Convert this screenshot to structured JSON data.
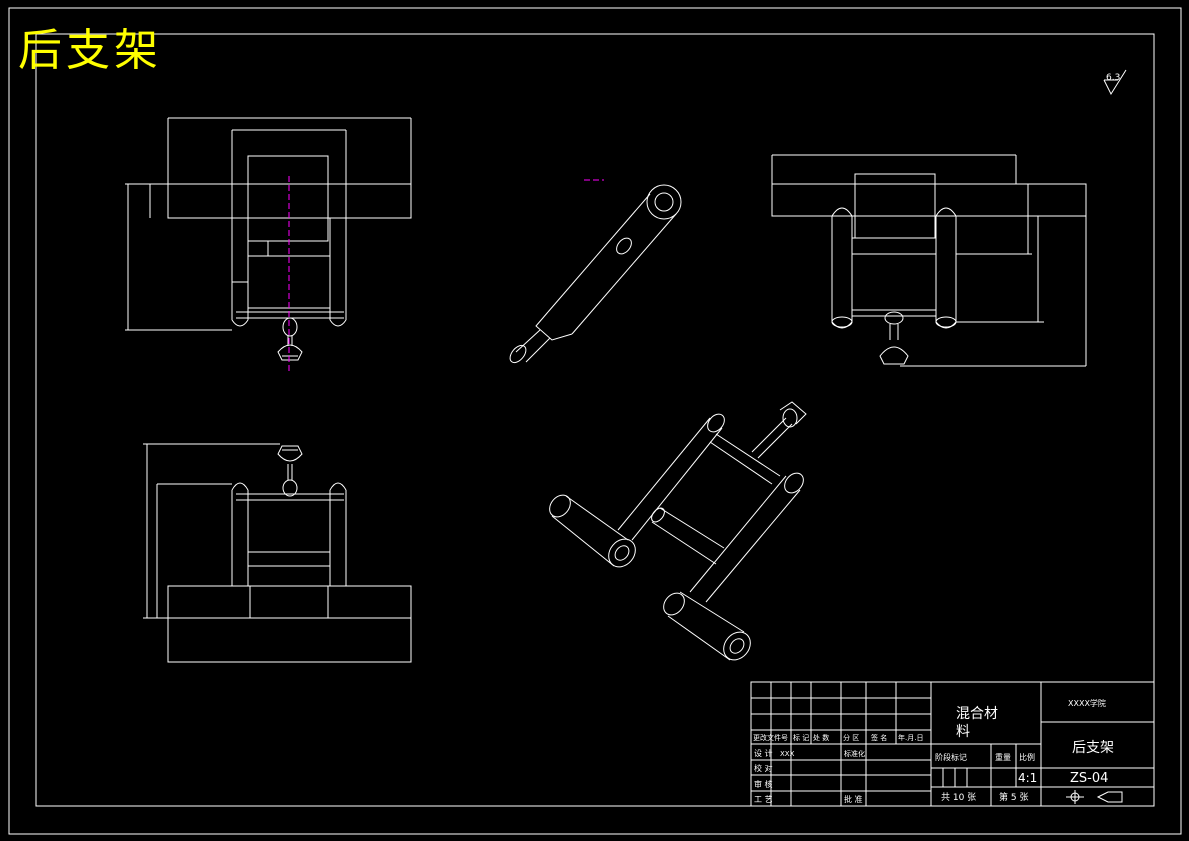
{
  "drawing": {
    "sheet_title": "后支架",
    "roughness_symbol": "6.3"
  },
  "title_block": {
    "material": "混合材料",
    "material_line1": "混合材",
    "material_line2": "料",
    "school": "XXXX学院",
    "part_name": "后支架",
    "drawing_no": "ZS-04",
    "scale": "4:1",
    "total_sheets": "共 10 张",
    "sheet_no": "第 5 张",
    "rev_headers": [
      "更改文件号",
      "标 记",
      "处 数",
      "分 区",
      "签 名",
      "年.月.日"
    ],
    "rows": [
      {
        "label": "设 计",
        "name": "XXX",
        "std": "标准化"
      },
      {
        "label": "校 对"
      },
      {
        "label": "审 核"
      },
      {
        "label": "工 艺",
        "approve": "批 准"
      }
    ],
    "stage_headers": [
      "阶段标记",
      "重量",
      "比例"
    ]
  },
  "colors": {
    "line": "#ffffff",
    "centerline": "#ff00ff",
    "title": "#ffff00",
    "background": "#000000"
  }
}
